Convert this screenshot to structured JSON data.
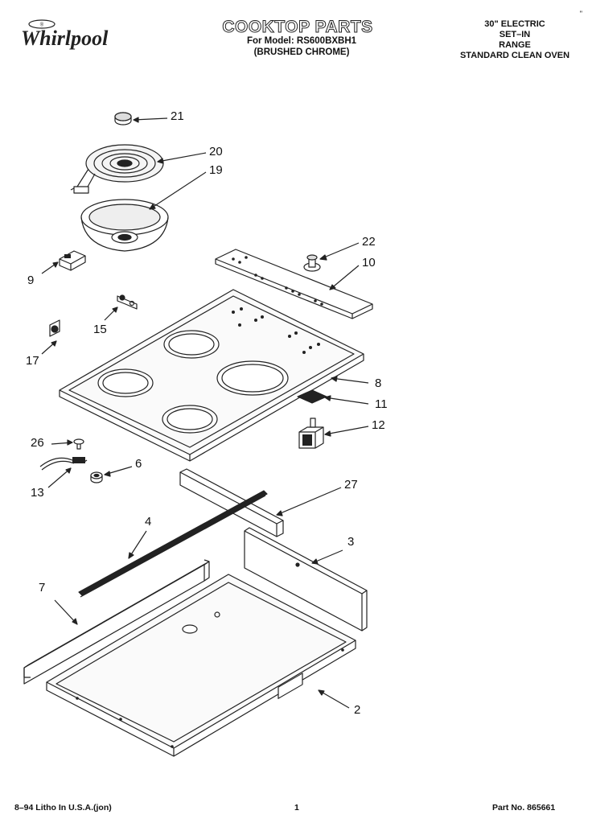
{
  "header": {
    "brand_name": "Whirlpool",
    "title": "COOKTOP PARTS",
    "model_line": "For Model: RS600BXBH1",
    "finish_line": "(BRUSHED CHROME)",
    "range_lines": [
      "30\" ELECTRIC",
      "SET–IN",
      "RANGE",
      "STANDARD CLEAN OVEN"
    ],
    "corner_mark": "\""
  },
  "callouts": {
    "c21": "21",
    "c20": "20",
    "c19": "19",
    "c22": "22",
    "c10": "10",
    "c9": "9",
    "c15": "15",
    "c17": "17",
    "c8": "8",
    "c11": "11",
    "c12": "12",
    "c26": "26",
    "c6": "6",
    "c13": "13",
    "c27": "27",
    "c4": "4",
    "c3": "3",
    "c7": "7",
    "c2": "2"
  },
  "footer": {
    "litho": "8–94 Litho In U.S.A.(jon)",
    "page_number": "1",
    "part_number": "Part No. 865661"
  }
}
